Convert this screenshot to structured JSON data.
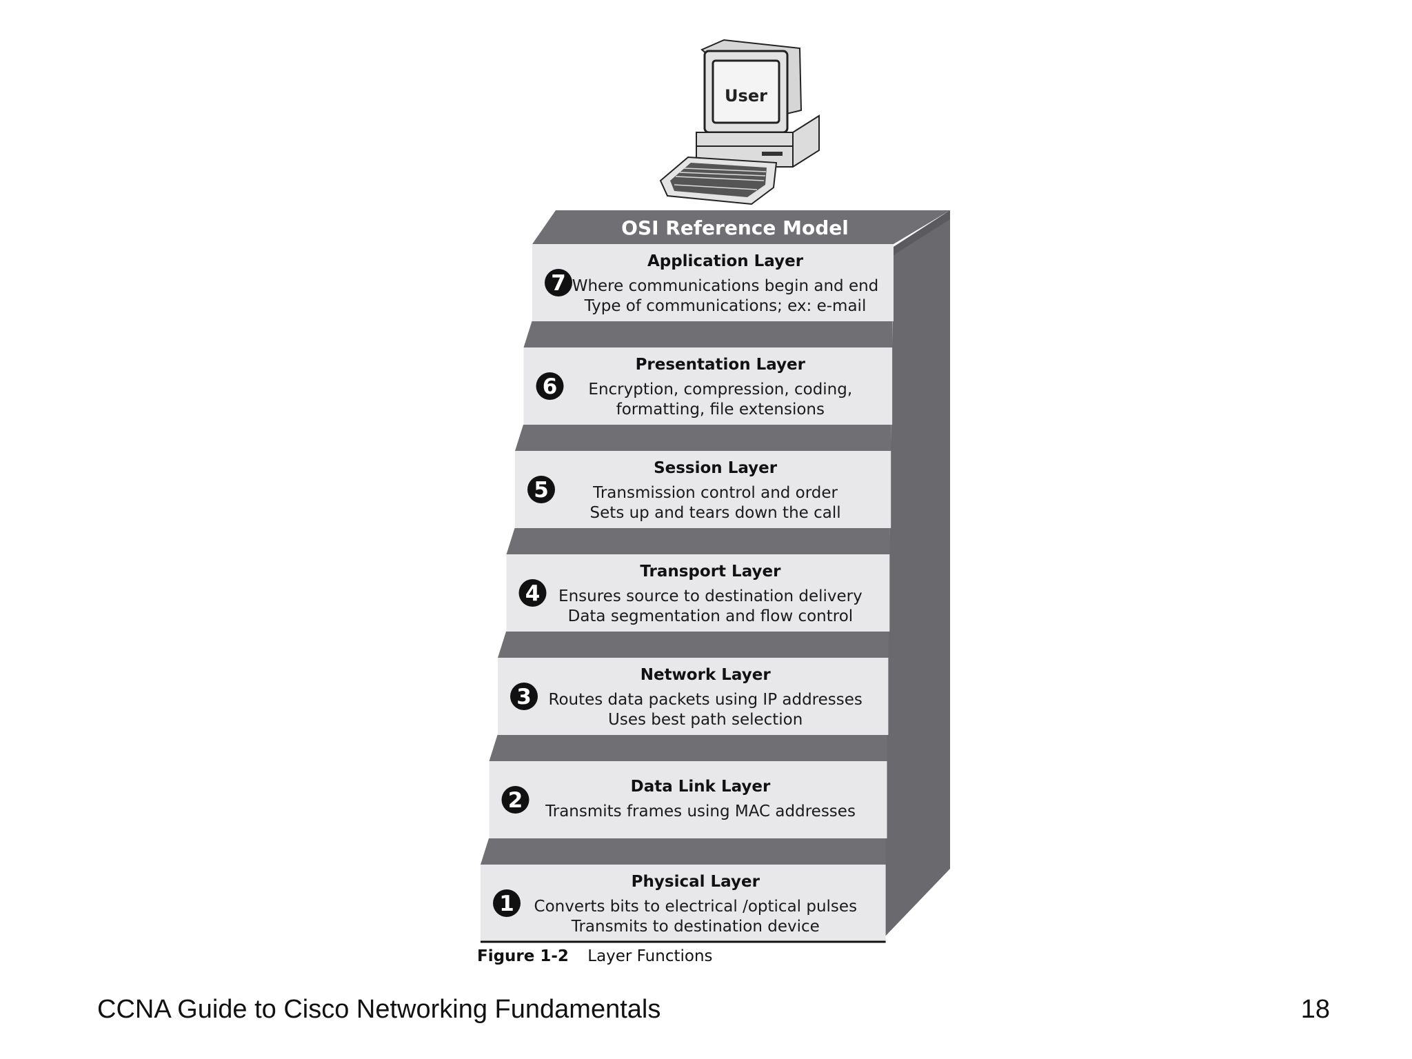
{
  "diagram": {
    "user_label": "User",
    "model_title": "OSI Reference Model",
    "layers": [
      {
        "number": "7",
        "name": "Application Layer",
        "lines": [
          "Where communications begin and end",
          "Type of communications; ex: e-mail"
        ]
      },
      {
        "number": "6",
        "name": "Presentation Layer",
        "lines": [
          "Encryption, compression, coding,",
          "formatting, file extensions"
        ]
      },
      {
        "number": "5",
        "name": "Session Layer",
        "lines": [
          "Transmission control and order",
          "Sets up and tears down the call"
        ]
      },
      {
        "number": "4",
        "name": "Transport Layer",
        "lines": [
          "Ensures source to destination delivery",
          "Data segmentation and flow control"
        ]
      },
      {
        "number": "3",
        "name": "Network Layer",
        "lines": [
          "Routes data packets using IP addresses",
          "Uses best path selection"
        ]
      },
      {
        "number": "2",
        "name": "Data Link Layer",
        "lines": [
          "Transmits frames using MAC addresses"
        ]
      },
      {
        "number": "1",
        "name": "Physical Layer",
        "lines": [
          "Converts bits to electrical /optical pulses",
          "Transmits to destination device"
        ]
      }
    ]
  },
  "caption": {
    "figure_label": "Figure 1-2",
    "figure_title": "Layer Functions"
  },
  "footer": {
    "title": "CCNA Guide to Cisco Networking Fundamentals",
    "page": "18"
  },
  "colors": {
    "band": "#707074",
    "side": "#6a6a6e",
    "box": "#e8e8ea",
    "badge": "#111111"
  }
}
